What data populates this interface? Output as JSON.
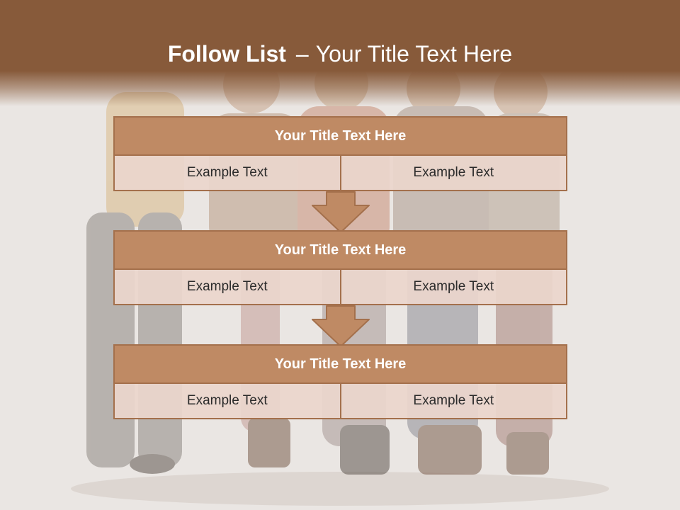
{
  "title": {
    "bold": "Follow List",
    "separator": "–",
    "regular": "Your Title Text Here"
  },
  "blocks": [
    {
      "heading": "Your Title Text Here",
      "cells": [
        "Example Text",
        "Example Text"
      ]
    },
    {
      "heading": "Your Title Text Here",
      "cells": [
        "Example Text",
        "Example Text"
      ]
    },
    {
      "heading": "Your Title Text Here",
      "cells": [
        "Example Text",
        "Example Text"
      ]
    }
  ],
  "colors": {
    "header_band": "#875a3a",
    "block_title_fill": "#bf8a64",
    "block_border": "#a4704c",
    "cell_fill": "#ead6cc",
    "arrow_fill": "#bf8a64",
    "background": "#eae6e3"
  }
}
